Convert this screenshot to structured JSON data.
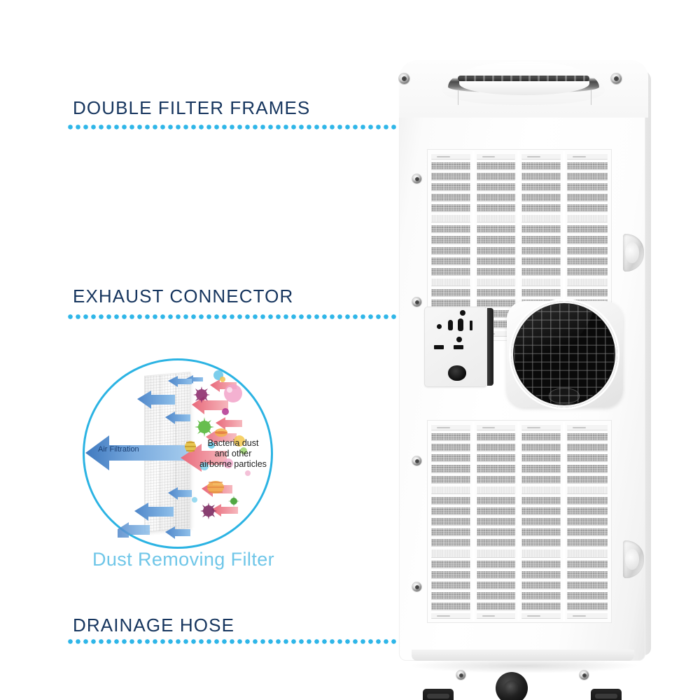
{
  "page": {
    "background": "#ffffff",
    "accent_blue": "#2aabe4",
    "label_navy": "#16355e",
    "caption_blue": "#6fc6e8"
  },
  "callouts": [
    {
      "id": "double-filter-frames",
      "label": "DOUBLE FILTER FRAMES"
    },
    {
      "id": "exhaust-connector",
      "label": "EXHAUST CONNECTOR"
    },
    {
      "id": "drainage-hose",
      "label": "DRAINAGE HOSE"
    }
  ],
  "filter_diagram": {
    "caption": "Dust Removing Filter",
    "air_label": "Air Filtration",
    "particles_label_line1": "Bacteria dust",
    "particles_label_line2": "and other",
    "particles_label_line3": "airborne particles",
    "ring_color": "#2bb3e3",
    "air_arrow_color": "#5e9fdc",
    "particle_arrow_color": "#e8697a"
  },
  "product": {
    "name": "portable-air-conditioner",
    "parts": {
      "handle": "top-carry-handle",
      "upper_grille": "upper-filter-grille",
      "lower_grille": "lower-filter-grille",
      "exhaust": "exhaust-port",
      "socket": "power-socket-panel",
      "drain": "drainage-cap",
      "casters": "floor-casters",
      "side_grip": "side-grip-recess"
    }
  }
}
